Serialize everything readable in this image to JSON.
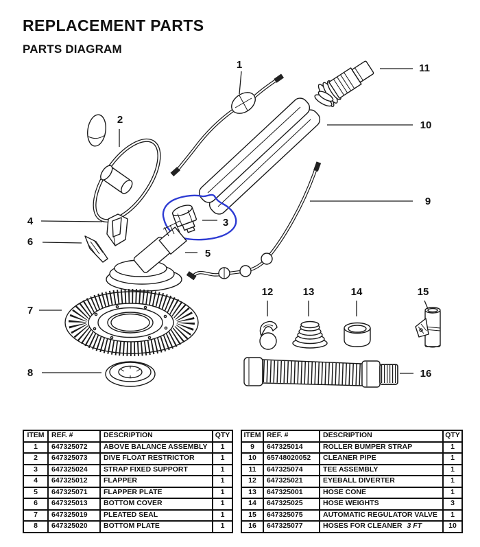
{
  "page": {
    "title": "REPLACEMENT PARTS",
    "subtitle": "PARTS DIAGRAM"
  },
  "diagram": {
    "line_color": "#1a1a1a",
    "annotation_color": "#2d3bd3",
    "annotation": "hand-drawn blue circle around item 3 (strap fixed support)",
    "callouts": [
      "1",
      "2",
      "3",
      "4",
      "5",
      "6",
      "7",
      "8",
      "9",
      "10",
      "11",
      "12",
      "13",
      "14",
      "15",
      "16"
    ]
  },
  "tables": {
    "headers": {
      "item": "ITEM",
      "ref": "REF. #",
      "desc": "DESCRIPTION",
      "qty": "QTY"
    },
    "left_rows": [
      {
        "item": "1",
        "ref": "647325072",
        "desc": "ABOVE BALANCE ASSEMBLY",
        "qty": "1"
      },
      {
        "item": "2",
        "ref": "647325073",
        "desc": "DIVE FLOAT RESTRICTOR",
        "qty": "1"
      },
      {
        "item": "3",
        "ref": "647325024",
        "desc": "STRAP FIXED SUPPORT",
        "qty": "1"
      },
      {
        "item": "4",
        "ref": "647325012",
        "desc": "FLAPPER",
        "qty": "1"
      },
      {
        "item": "5",
        "ref": "647325071",
        "desc": "FLAPPER PLATE",
        "qty": "1"
      },
      {
        "item": "6",
        "ref": "647325013",
        "desc": "BOTTOM COVER",
        "qty": "1"
      },
      {
        "item": "7",
        "ref": "647325019",
        "desc": "PLEATED SEAL",
        "qty": "1"
      },
      {
        "item": "8",
        "ref": "647325020",
        "desc": "BOTTOM PLATE",
        "qty": "1"
      }
    ],
    "right_rows": [
      {
        "item": "9",
        "ref": "647325014",
        "desc": "ROLLER BUMPER STRAP",
        "qty": "1"
      },
      {
        "item": "10",
        "ref": "65748020052",
        "desc": "CLEANER PIPE",
        "qty": "1"
      },
      {
        "item": "11",
        "ref": "647325074",
        "desc": "TEE ASSEMBLY",
        "qty": "1"
      },
      {
        "item": "12",
        "ref": "647325021",
        "desc": "EYEBALL DIVERTER",
        "qty": "1"
      },
      {
        "item": "13",
        "ref": "647325001",
        "desc": "HOSE CONE",
        "qty": "1"
      },
      {
        "item": "14",
        "ref": "647325025",
        "desc": "HOSE WEIGHTS",
        "qty": "3"
      },
      {
        "item": "15",
        "ref": "647325075",
        "desc": "AUTOMATIC REGULATOR VALVE",
        "qty": "1"
      },
      {
        "item": "16",
        "ref": "647325077",
        "desc": "HOSES FOR CLEANER",
        "desc_note": "3 FT",
        "qty": "10"
      }
    ]
  }
}
